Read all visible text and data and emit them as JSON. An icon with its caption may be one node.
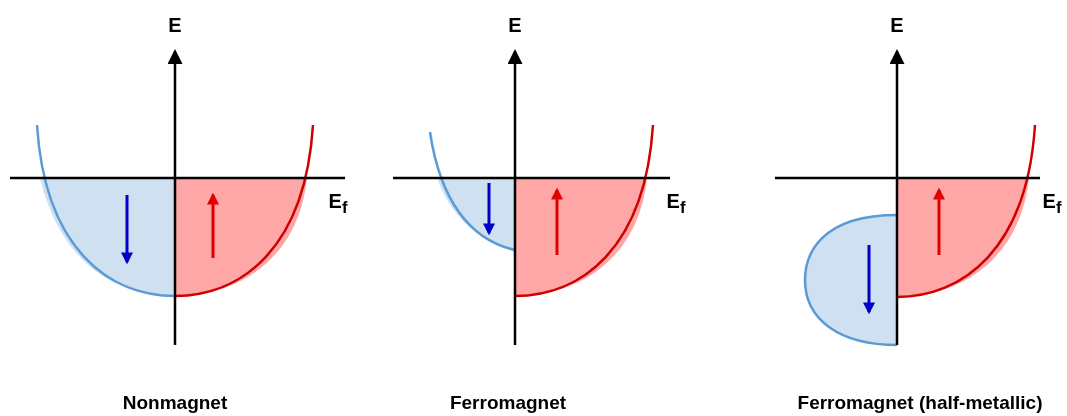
{
  "diagram": {
    "labels": [
      "E",
      "E$_{f}$",
      "Nonmagnet",
      "E",
      "E$_{f}$",
      "Ferromagnet",
      "E",
      "E$_{f}$",
      "Ferromagnet (half-metallic)"
    ]
  }
}
